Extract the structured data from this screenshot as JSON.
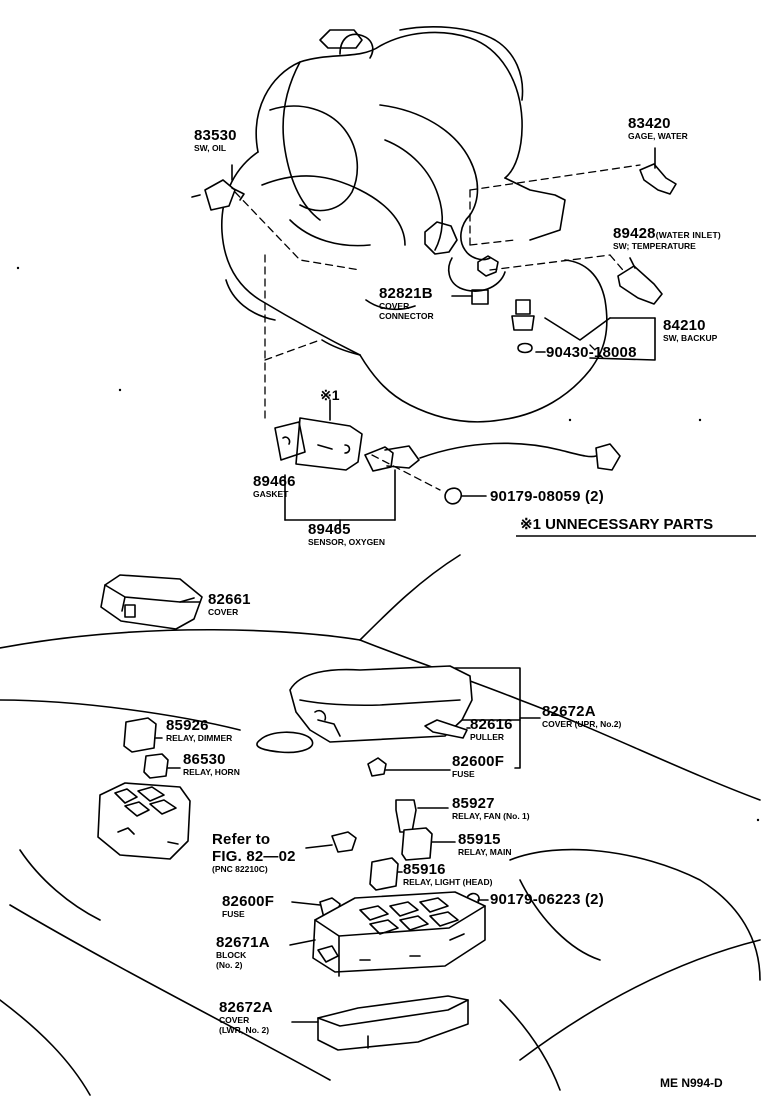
{
  "labels": {
    "l83530": {
      "pn": "83530",
      "d1": "SW, OIL"
    },
    "l83420": {
      "pn": "83420",
      "d1": "GAGE, WATER"
    },
    "l89428": {
      "pn": "89428",
      "pn2": "(WATER INLET)",
      "d1": "SW; TEMPERATURE"
    },
    "l82821": {
      "pn": "82821B",
      "d1": "COVER",
      "d2": "CONNECTOR"
    },
    "l84210": {
      "pn": "84210",
      "d1": "SW, BACKUP"
    },
    "l90430": {
      "pn": "90430-18008"
    },
    "l89466": {
      "pn": "89466",
      "d1": "GASKET"
    },
    "l90179a": {
      "pn": "90179-08059 (2)"
    },
    "l89465": {
      "pn": "89465",
      "d1": "SENSOR, OXYGEN"
    },
    "l82661": {
      "pn": "82661",
      "d1": "COVER"
    },
    "l82672u": {
      "pn": "82672A",
      "d1": "COVER (UPR, No.2)"
    },
    "l85926": {
      "pn": "85926",
      "d1": "RELAY, DIMMER"
    },
    "l82616": {
      "pn": "82616",
      "d1": "PULLER"
    },
    "l86530": {
      "pn": "86530",
      "d1": "RELAY, HORN"
    },
    "l82600a": {
      "pn": "82600F",
      "d1": "FUSE"
    },
    "l85927": {
      "pn": "85927",
      "d1": "RELAY, FAN (No. 1)"
    },
    "l85915": {
      "pn": "85915",
      "d1": "RELAY, MAIN"
    },
    "lrefer": {
      "pn": "Refer to",
      "pn2": "FIG. 82—02",
      "d1": "(PNC 82210C)"
    },
    "l85916": {
      "pn": "85916",
      "d1": "RELAY, LIGHT (HEAD)"
    },
    "l90179b": {
      "pn": "90179-06223 (2)"
    },
    "l82600b": {
      "pn": "82600F",
      "d1": "FUSE"
    },
    "l82671": {
      "pn": "82671A",
      "d1": "BLOCK",
      "d2": "(No. 2)"
    },
    "l82672l": {
      "pn": "82672A",
      "d1": "COVER",
      "d2": "(LWR, No. 2)"
    }
  },
  "note": "※1 UNNECESSARY PARTS",
  "note_mark": "※1",
  "drawing_code": "ME N994-D"
}
